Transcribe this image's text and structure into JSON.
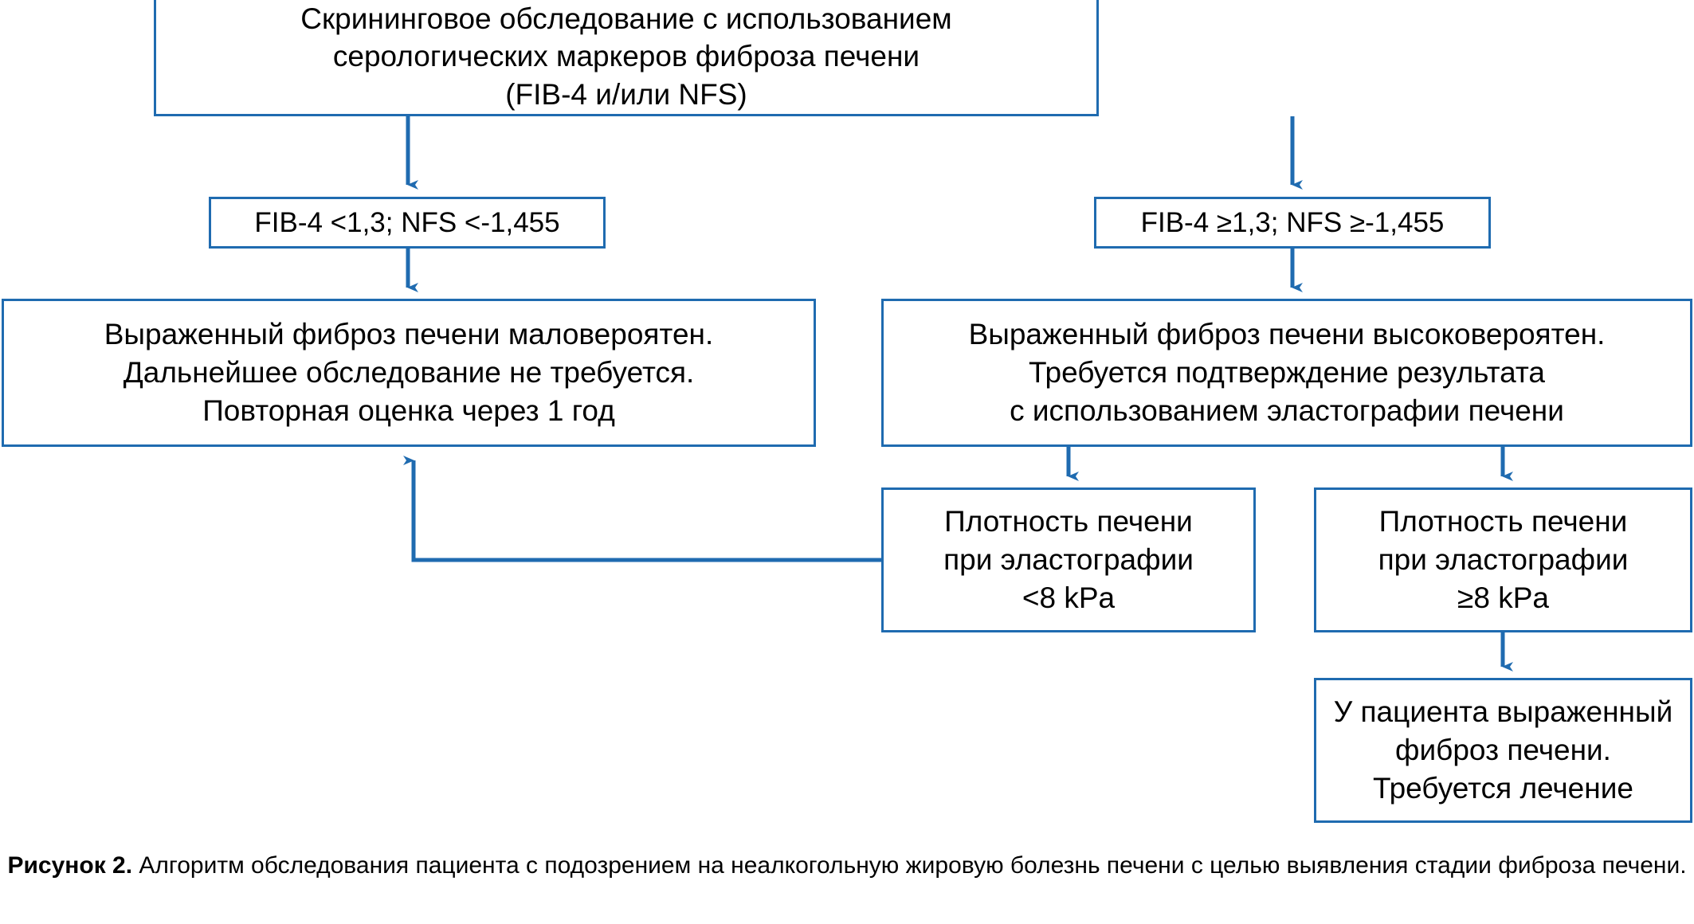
{
  "figure": {
    "colors": {
      "box_border": "#1F6BB0",
      "connector": "#1F6BB0",
      "text": "#000000",
      "background": "#FFFFFF"
    },
    "nodes": {
      "screening": "Скрининговое обследование с использованием\nсерологических маркеров фиброза печени\n(FIB-4 и/или NFS)",
      "low_risk_criteria": "FIB-4 <1,3; NFS <-1,455",
      "high_risk_criteria": "FIB-4 ≥1,3; NFS ≥-1,455",
      "low_risk_result": "Выраженный фиброз печени маловероятен.\nДальнейшее обследование не требуется.\nПовторная оценка через 1 год",
      "high_risk_result": "Выраженный фиброз печени высоковероятен.\nТребуется подтверждение результата\nс использованием эластографии печени",
      "stiffness_low": "Плотность печени\nпри эластографии\n<8 kPa",
      "stiffness_high": "Плотность печени\nпри эластографии\n≥8 kPa",
      "diagnosis": "У пациента выраженный\nфиброз печени.\nТребуется лечение"
    },
    "caption": {
      "lead": "Рисунок 2.",
      "body": " Алгоритм обследования пациента с подозрением на неалкогольную жировую болезнь печени с целью выявления стадии фиброза печени."
    }
  }
}
